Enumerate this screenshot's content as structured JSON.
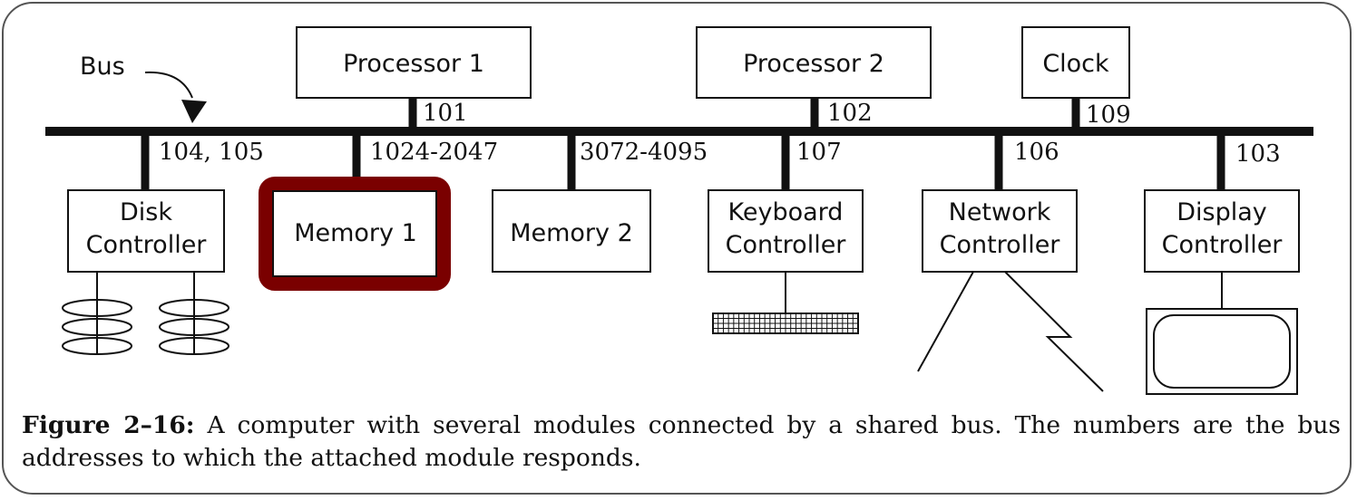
{
  "bus_label": "Bus",
  "modules": {
    "processor1": "Processor 1",
    "processor2": "Processor 2",
    "clock": "Clock",
    "disk_line1": "Disk",
    "disk_line2": "Controller",
    "memory1": "Memory 1",
    "memory2": "Memory 2",
    "keyboard_line1": "Keyboard",
    "keyboard_line2": "Controller",
    "network_line1": "Network",
    "network_line2": "Controller",
    "display_line1": "Display",
    "display_line2": "Controller"
  },
  "addresses": {
    "processor1": "101",
    "processor2": "102",
    "clock": "109",
    "disk": "104, 105",
    "memory1": "1024-2047",
    "memory2": "3072-4095",
    "keyboard": "107",
    "network": "106",
    "display": "103"
  },
  "highlight": {
    "target": "Memory 1",
    "color": "#7a0000"
  },
  "caption": {
    "label": "Figure 2–16:",
    "text": " A computer with several modules connected by a shared bus. The numbers are the bus addresses to which the attached module responds."
  }
}
